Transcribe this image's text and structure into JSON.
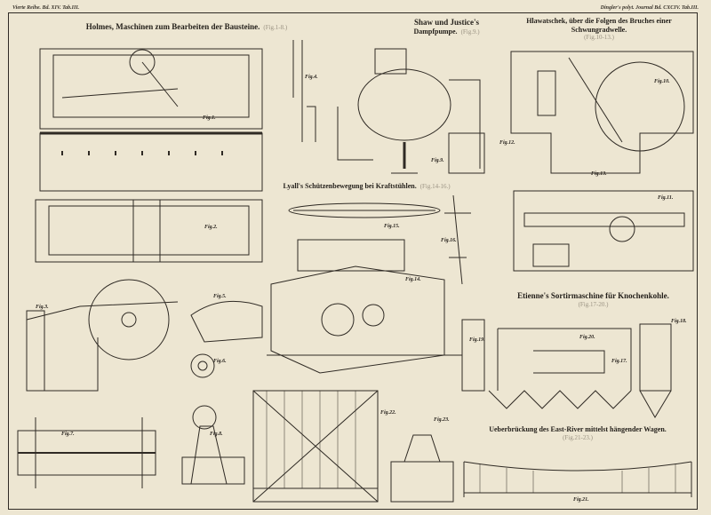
{
  "header_left": "Vierte Reihe. Bd. XIV. Tab.III.",
  "header_right": "Dingler's polyt. Journal Bd. CXCIV. Tab.III.",
  "sections": {
    "holmes": {
      "title": "Holmes, Maschinen zum Bearbeiten der Bausteine.",
      "figs": "(Fig.1-8.)"
    },
    "shaw": {
      "title": "Shaw und Justice's",
      "title2": "Dampfpumpe.",
      "figs": "(Fig.9.)"
    },
    "hlawatschek": {
      "title": "Hlawatschek, über die Folgen des Bruches einer Schwungradwelle.",
      "figs": "(Fig.10-13.)"
    },
    "lyall": {
      "title": "Lyall's Schützenbewegung bei Kraftstühlen.",
      "figs": "(Fig.14-16.)"
    },
    "etienne": {
      "title": "Etienne's Sortirmaschine für Knochenkohle.",
      "figs": "(Fig.17-20.)"
    },
    "east_river": {
      "title": "Ueberbrückung des East-River mittelst hängender Wagen.",
      "figs": "(Fig.21-23.)"
    }
  },
  "figure_labels": {
    "f1": "Fig.1.",
    "f2": "Fig.2.",
    "f3": "Fig.3.",
    "f4": "Fig.4.",
    "f5": "Fig.5.",
    "f6": "Fig.6.",
    "f7": "Fig.7.",
    "f8": "Fig.8.",
    "f9": "Fig.9.",
    "f10": "Fig.10.",
    "f11": "Fig.11.",
    "f12": "Fig.12.",
    "f13": "Fig.13.",
    "f14": "Fig.14.",
    "f15": "Fig.15.",
    "f16": "Fig.16.",
    "f17": "Fig.17.",
    "f18": "Fig.18.",
    "f19": "Fig.19.",
    "f20": "Fig.20.",
    "f21": "Fig.21.",
    "f22": "Fig.22.",
    "f23": "Fig.23."
  }
}
